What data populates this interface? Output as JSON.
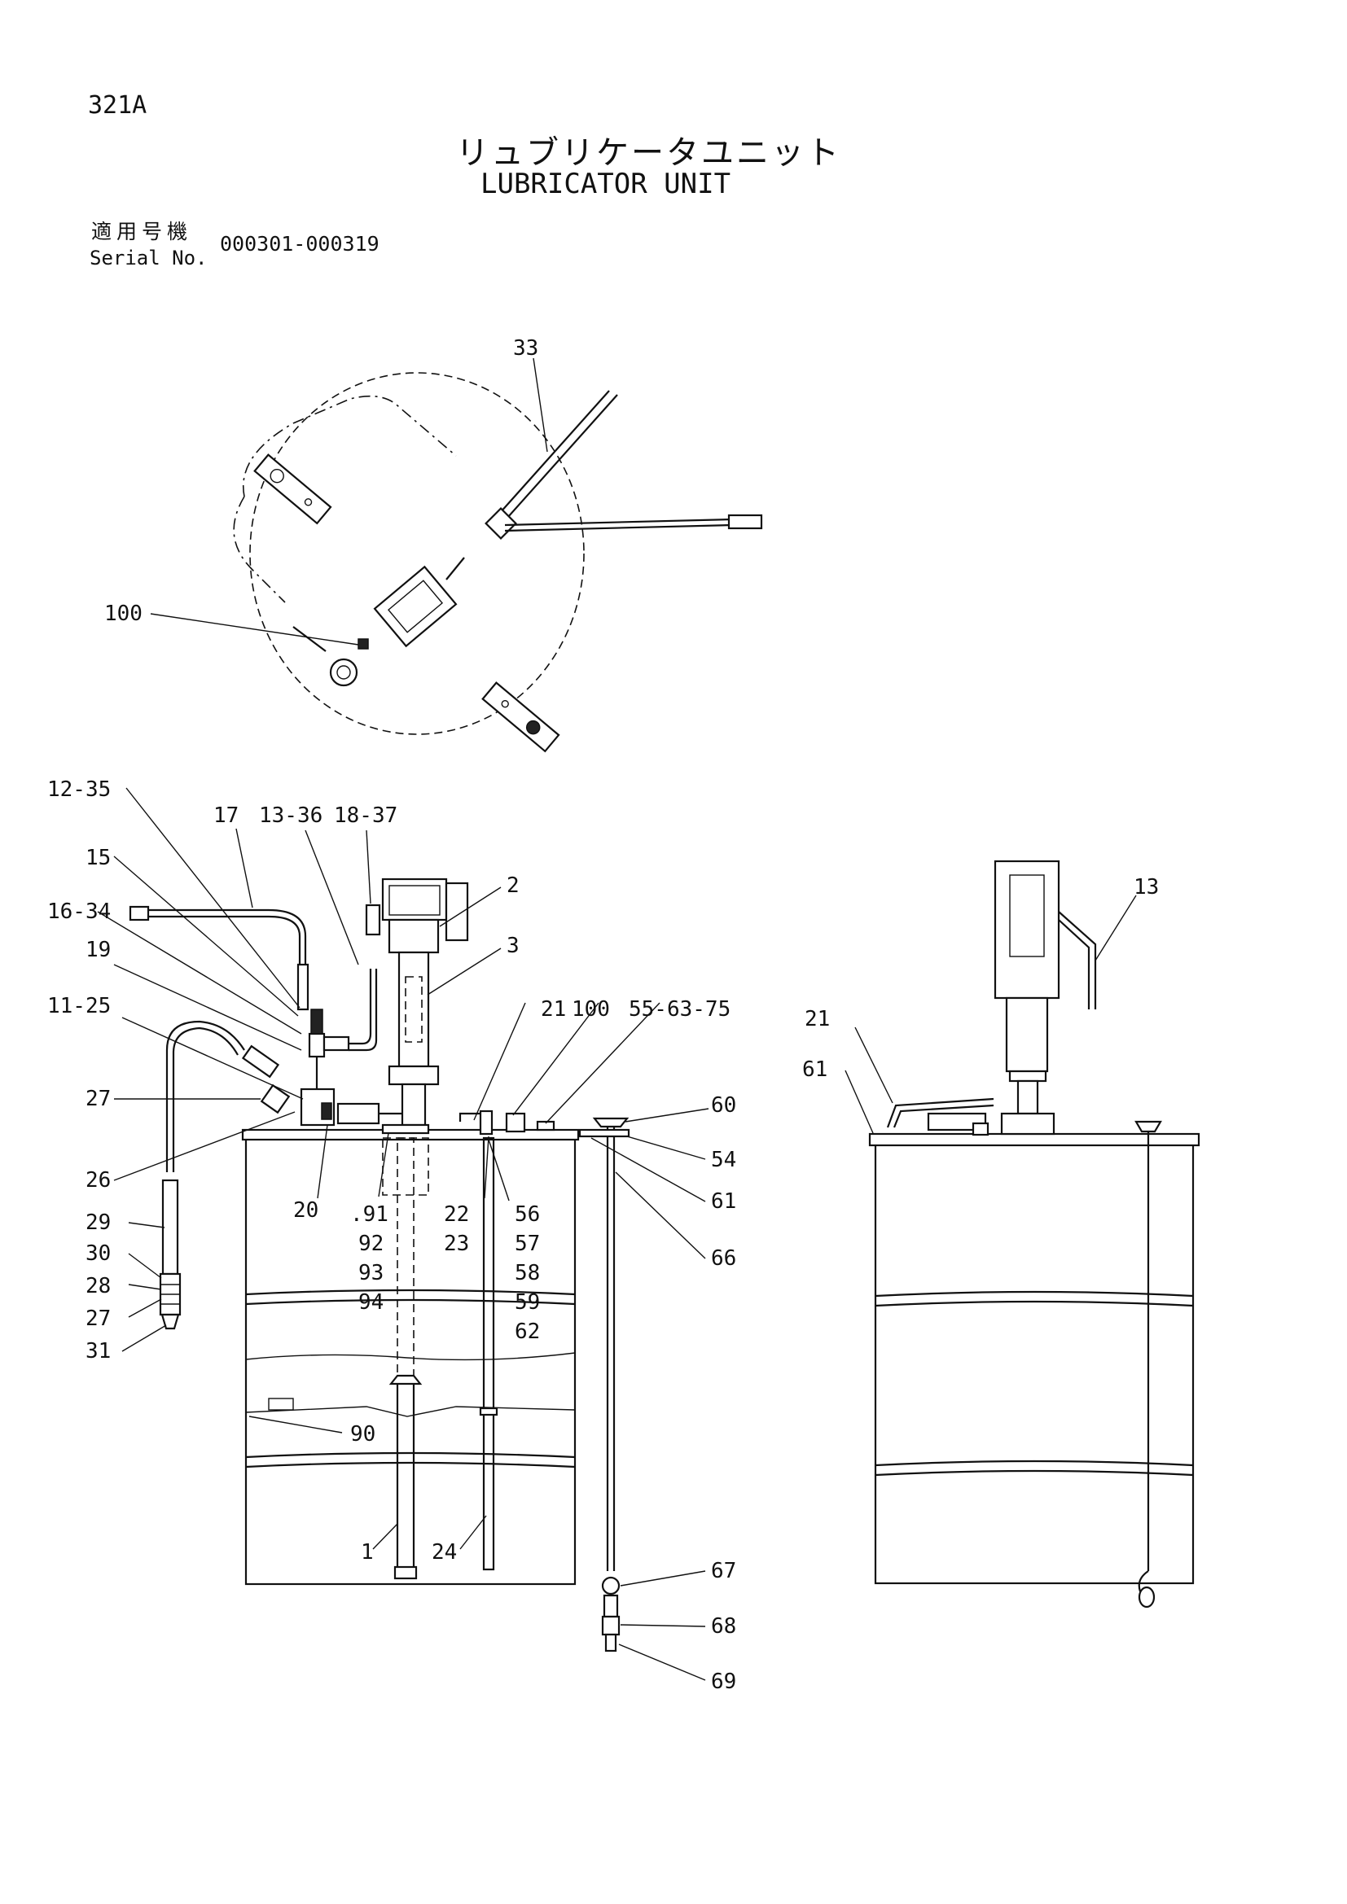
{
  "header": {
    "page_code": "321A",
    "title_ja": "リュブリケータユニット",
    "title_en": "LUBRICATOR UNIT",
    "serial_label_ja": "適用号機",
    "serial_label_en": "Serial No.",
    "serial_range": "000301-000319"
  },
  "callouts": {
    "top_view": [
      "33",
      "100"
    ],
    "front_view": [
      "12-35",
      "17",
      "13-36",
      "18-37",
      "15",
      "2",
      "16-34",
      "3",
      "19",
      "11-25",
      "21",
      "100",
      "55-63-75",
      "27",
      "60",
      "54",
      "26",
      "20",
      "61",
      "29",
      "66",
      "30",
      "28",
      "27",
      "31",
      "90",
      "1",
      "24",
      "67",
      "68",
      "69"
    ],
    "front_view_stacks": [
      [
        ".91",
        "92",
        "93",
        "94"
      ],
      [
        "22",
        "23"
      ],
      [
        "56",
        "57",
        "58",
        "59",
        "62"
      ]
    ],
    "side_view": [
      "13",
      "21",
      "61"
    ]
  }
}
